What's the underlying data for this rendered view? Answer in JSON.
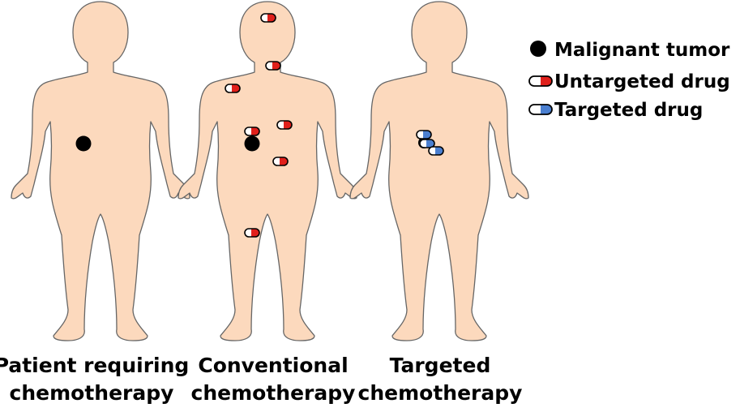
{
  "legend": {
    "tumor": "Malignant tumor",
    "untargeted": "Untargeted drug",
    "targeted": "Targeted drug"
  },
  "panels": [
    {
      "line1": "Patient requiring",
      "line2": "chemotherapy"
    },
    {
      "line1": "Conventional",
      "line2": "chemotherapy"
    },
    {
      "line1": "Targeted",
      "line2": "chemotherapy"
    }
  ],
  "colors": {
    "skin": "#fcd9bd",
    "outline": "#666666",
    "tumor": "#000000",
    "untargeted": "#e0201b",
    "targeted": "#4a7fd0",
    "capsule_white": "#ffffff"
  }
}
